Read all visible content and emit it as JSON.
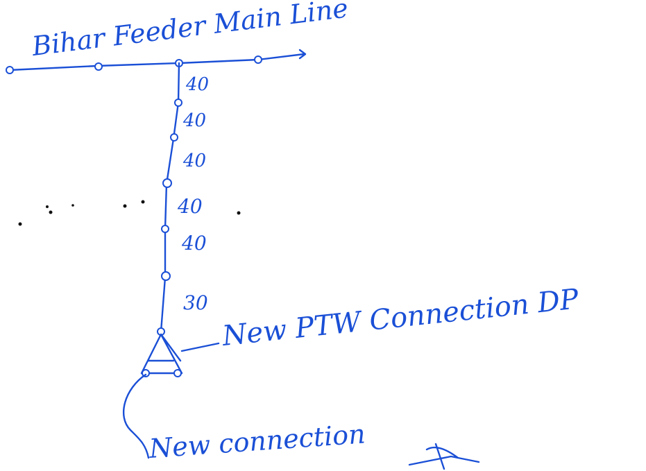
{
  "diagram": {
    "main_line_label": "Bihar Feeder Main Line",
    "span_lengths": [
      "40",
      "40",
      "40",
      "40",
      "40",
      "30"
    ],
    "dp_label": "New PTW Connection DP",
    "connection_label": "New connection",
    "ink_color": "#1a4fd6"
  }
}
